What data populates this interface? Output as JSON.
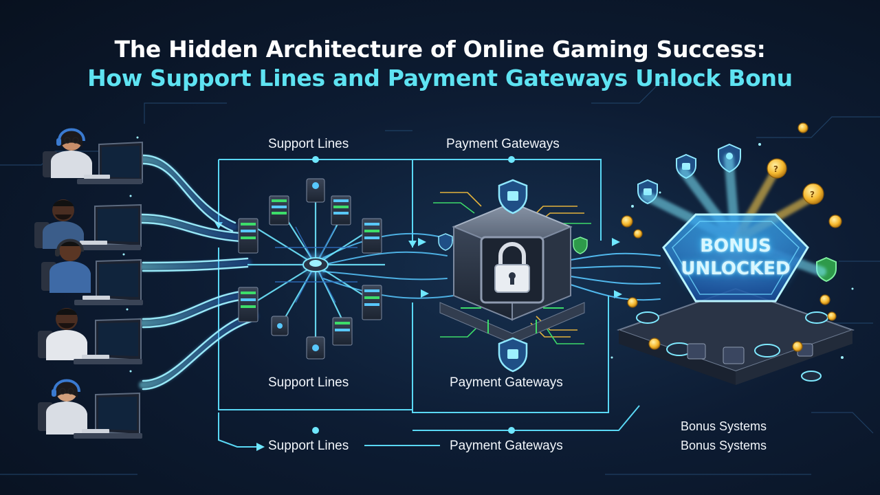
{
  "title": {
    "line1": "The Hidden Architecture of Online Gaming Success:",
    "line2": "How Support Lines and Payment Gateways Unlock Bonu"
  },
  "labels": {
    "support_top": "Support Lines",
    "payment_top": "Payment Gateways",
    "support_mid": "Support Lines",
    "payment_mid": "Payment Gateways",
    "support_bottom": "Support Lines",
    "payment_bottom": "Payment Gateways",
    "bonus_systems_1": "Bonus Systems",
    "bonus_systems_2": "Bonus Systems"
  },
  "bonus_panel": {
    "line1": "BONUS",
    "line2": "UNLOCKED"
  },
  "icons": {
    "agents": [
      "headset-agent-icon",
      "agent-icon",
      "headset-agent-icon",
      "agent-icon",
      "headset-agent-icon"
    ],
    "support_hub": "server-cluster-icon",
    "payment_gateway": "padlock-icon",
    "bonus_hub": "bonus-chest-icon",
    "shields": "shield-icon",
    "coins": "gold-coin-icon"
  },
  "colors": {
    "background": "#0b1526",
    "title_secondary": "#5ee3f2",
    "flow_line": "#4fd8ff",
    "accent_green": "#3ddc6a",
    "coin_gold": "#f5b82e"
  }
}
